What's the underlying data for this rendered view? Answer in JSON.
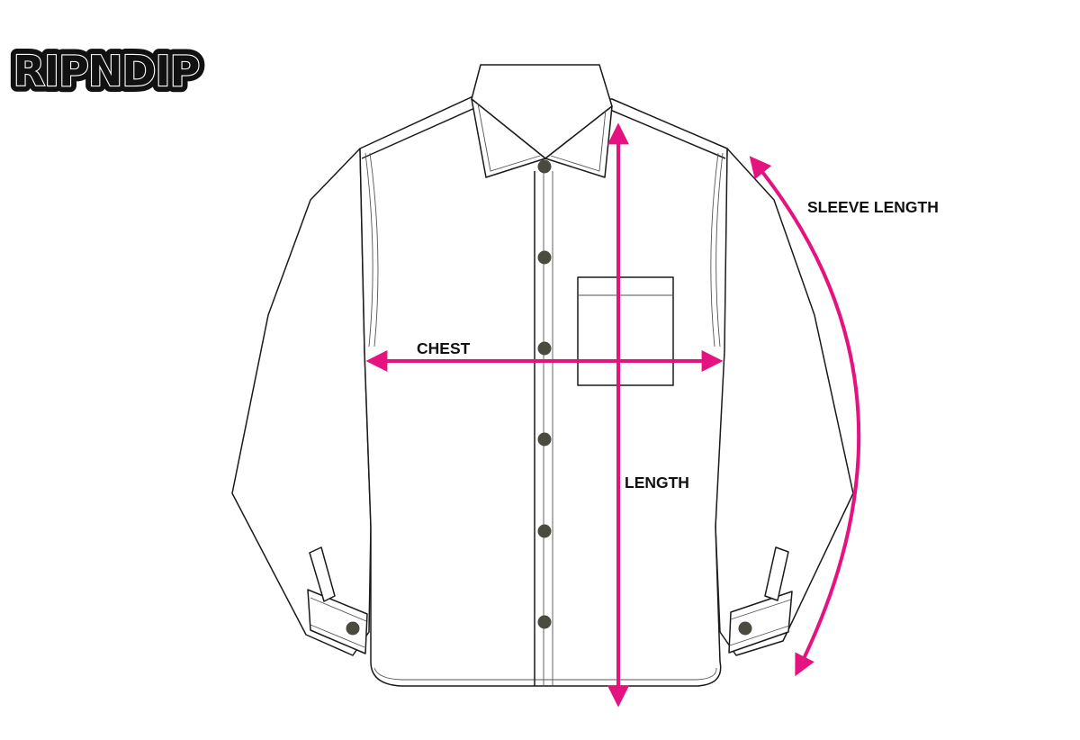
{
  "brand": {
    "logo_text": "RIPNDIP"
  },
  "measurements": {
    "chest_label": "CHEST",
    "length_label": "LENGTH",
    "sleeve_label": "SLEEVE LENGTH"
  },
  "colors": {
    "measure_accent": "#e5137f",
    "button_fill": "#4a4a3e",
    "outline": "#1a1a1a"
  },
  "garment": {
    "type": "long-sleeve button-up shirt",
    "front_buttons": 6,
    "cuff_buttons": 2,
    "chest_pockets": 1
  }
}
